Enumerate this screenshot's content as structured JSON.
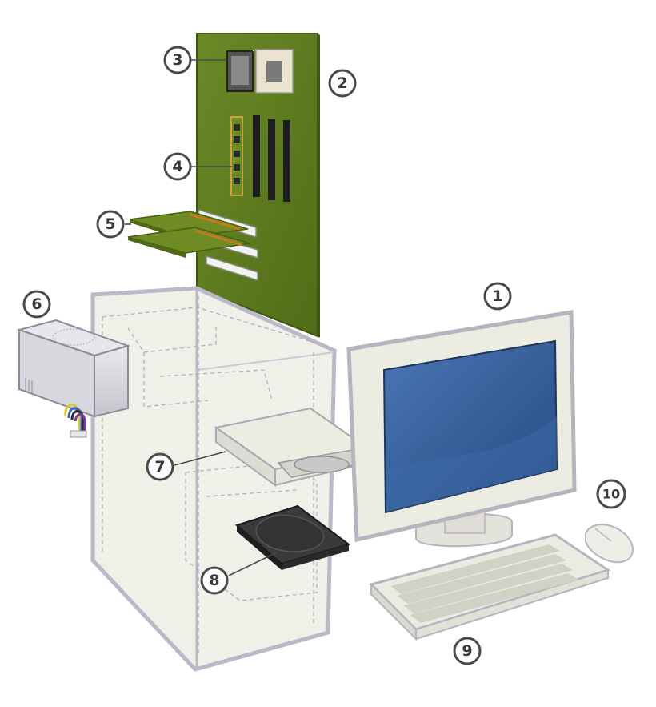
{
  "diagram": {
    "parts": [
      {
        "number": "1",
        "name": "monitor"
      },
      {
        "number": "2",
        "name": "motherboard"
      },
      {
        "number": "3",
        "name": "cpu"
      },
      {
        "number": "4",
        "name": "ram"
      },
      {
        "number": "5",
        "name": "expansion-cards"
      },
      {
        "number": "6",
        "name": "power-supply"
      },
      {
        "number": "7",
        "name": "optical-drive"
      },
      {
        "number": "8",
        "name": "hard-disk-drive"
      },
      {
        "number": "9",
        "name": "keyboard"
      },
      {
        "number": "10",
        "name": "mouse"
      }
    ],
    "colors": {
      "board": "#5d7a1f",
      "board_edge": "#3f5510",
      "case": "#eeeee4",
      "case_edge": "#b9b9c8",
      "screen": "#2f5a9c",
      "hdd": "#2b2b2b",
      "callout_stroke": "#4a4a4a"
    }
  }
}
